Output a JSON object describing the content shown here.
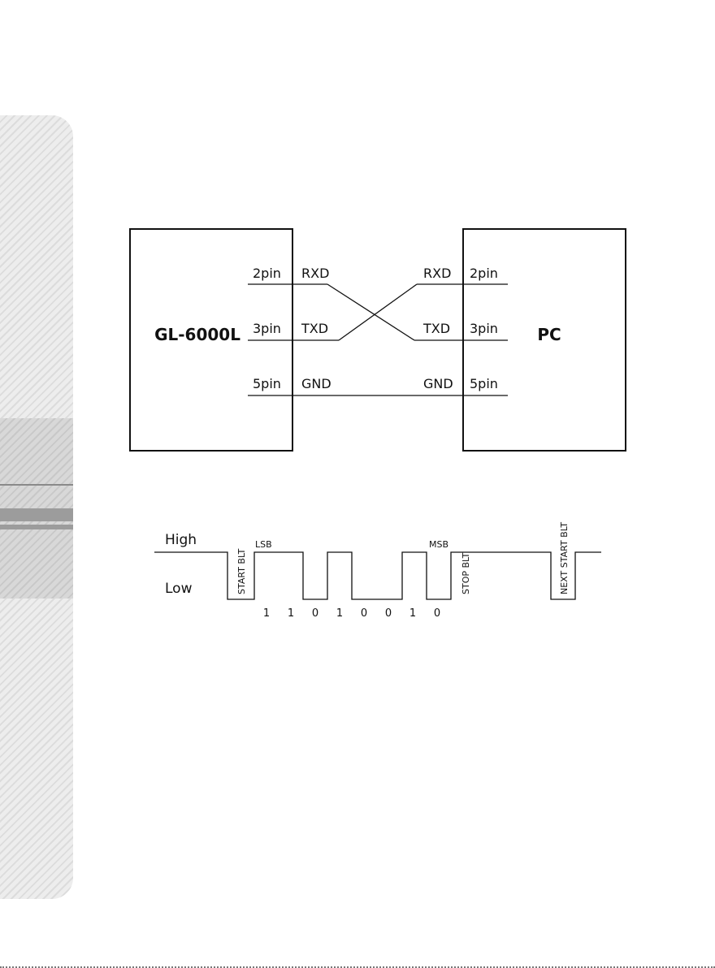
{
  "wiring": {
    "left_device": "GL-6000L",
    "right_device": "PC",
    "rows": [
      {
        "left_pin": "2pin",
        "left_signal": "RXD",
        "right_signal": "RXD",
        "right_pin": "2pin"
      },
      {
        "left_pin": "3pin",
        "left_signal": "TXD",
        "right_signal": "TXD",
        "right_pin": "3pin"
      },
      {
        "left_pin": "5pin",
        "left_signal": "GND",
        "right_signal": "GND",
        "right_pin": "5pin"
      }
    ]
  },
  "timing": {
    "high_label": "High",
    "low_label": "Low",
    "start_bit": "START BLT",
    "lsb": "LSB",
    "msb": "MSB",
    "stop_bit": "STOP BLT",
    "next_start_bit": "NEXT START BLT",
    "bits": [
      "1",
      "1",
      "0",
      "1",
      "0",
      "0",
      "1",
      "0"
    ]
  }
}
